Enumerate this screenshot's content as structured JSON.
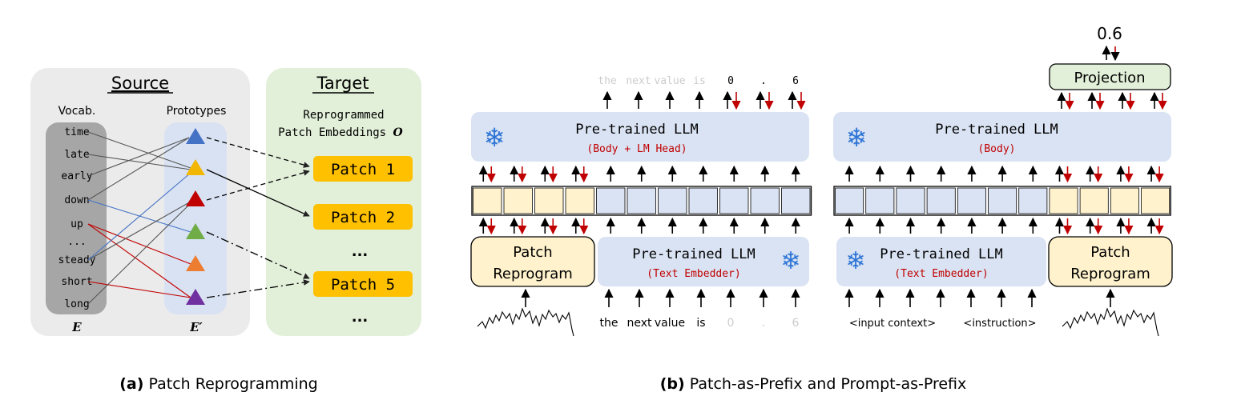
{
  "panel_a": {
    "source_title": "Source",
    "target_title": "Target",
    "vocab_label": "Vocab.",
    "prototypes_label": "Prototypes",
    "vocab_words": [
      "time",
      "late",
      "early",
      "down",
      "up",
      "...",
      "steady",
      "short",
      "long"
    ],
    "e_label": "E",
    "eprime_label": "E′",
    "target_caption_line1": "Reprogrammed",
    "target_caption_line2": "Patch Embeddings",
    "target_symbol": "O",
    "patches": [
      "Patch 1",
      "Patch 2",
      "...",
      "Patch 5",
      "..."
    ],
    "prototype_colors": [
      "#4472c4",
      "#f2b705",
      "#c00000",
      "#70ad47",
      "#ed7d31",
      "#7030a0"
    ],
    "caption_bold": "(a)",
    "caption_text": " Patch Reprogramming"
  },
  "panel_b": {
    "top_tokens": [
      "the",
      "next",
      "value",
      "is",
      "0",
      ".",
      "6"
    ],
    "llm_left_title": "Pre-trained LLM",
    "llm_left_sub": "(Body + LM Head)",
    "llm_right_title": "Pre-trained LLM",
    "llm_right_sub": "(Body)",
    "projection_label": "Projection",
    "output_value": "0.6",
    "patch_reprogram_left": [
      "Patch",
      "Reprogram"
    ],
    "patch_reprogram_right": [
      "Patch",
      "Reprogram"
    ],
    "embedder_left_title": "Pre-trained LLM",
    "embedder_left_sub": "(Text Embedder)",
    "embedder_right_title": "Pre-trained LLM",
    "embedder_right_sub": "(Text Embedder)",
    "bottom_tokens": [
      "the",
      "next",
      "value",
      "is",
      "0",
      ".",
      "6"
    ],
    "input_context": "<input context>",
    "instruction": "<instruction>",
    "snowflake_icon": "❄",
    "caption_bold": "(b)",
    "caption_text": " Patch-as-Prefix and Prompt-as-Prefix"
  }
}
